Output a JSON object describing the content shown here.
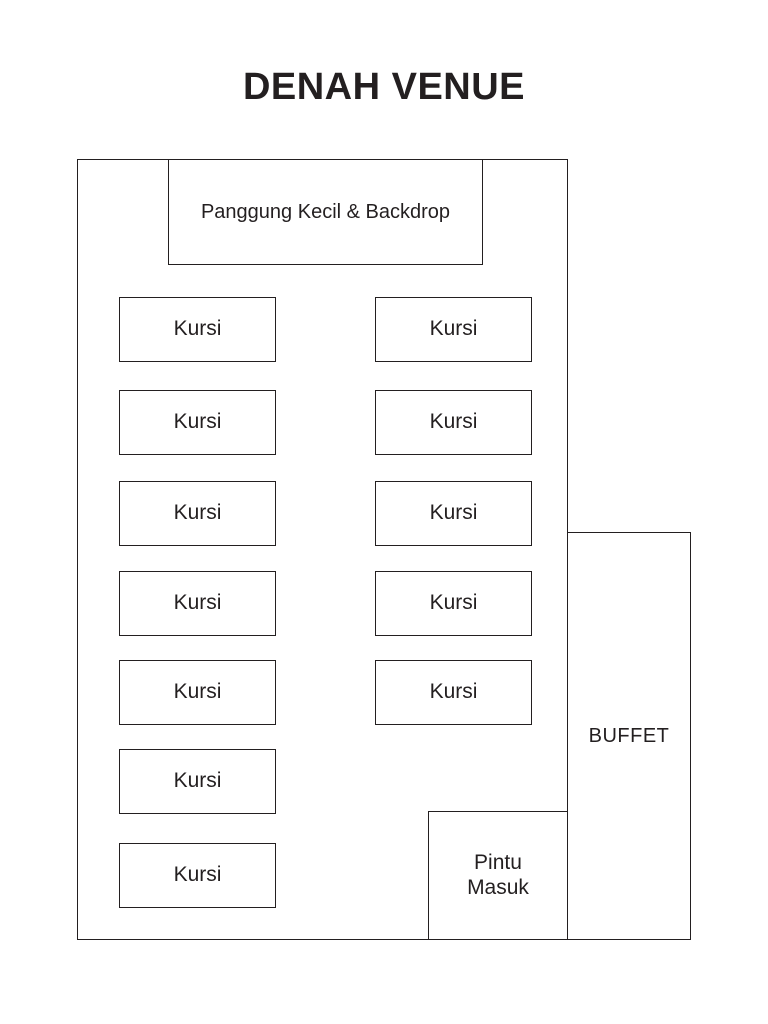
{
  "title": "DENAH VENUE",
  "stage": {
    "label": "Panggung Kecil & Backdrop"
  },
  "buffet": {
    "label": "BUFFET"
  },
  "entrance": {
    "label": "Pintu\nMasuk"
  },
  "seating": {
    "left_column": [
      {
        "label": "Kursi"
      },
      {
        "label": "Kursi"
      },
      {
        "label": "Kursi"
      },
      {
        "label": "Kursi"
      },
      {
        "label": "Kursi"
      },
      {
        "label": "Kursi"
      },
      {
        "label": "Kursi"
      }
    ],
    "right_column": [
      {
        "label": "Kursi"
      },
      {
        "label": "Kursi"
      },
      {
        "label": "Kursi"
      },
      {
        "label": "Kursi"
      },
      {
        "label": "Kursi"
      }
    ]
  }
}
